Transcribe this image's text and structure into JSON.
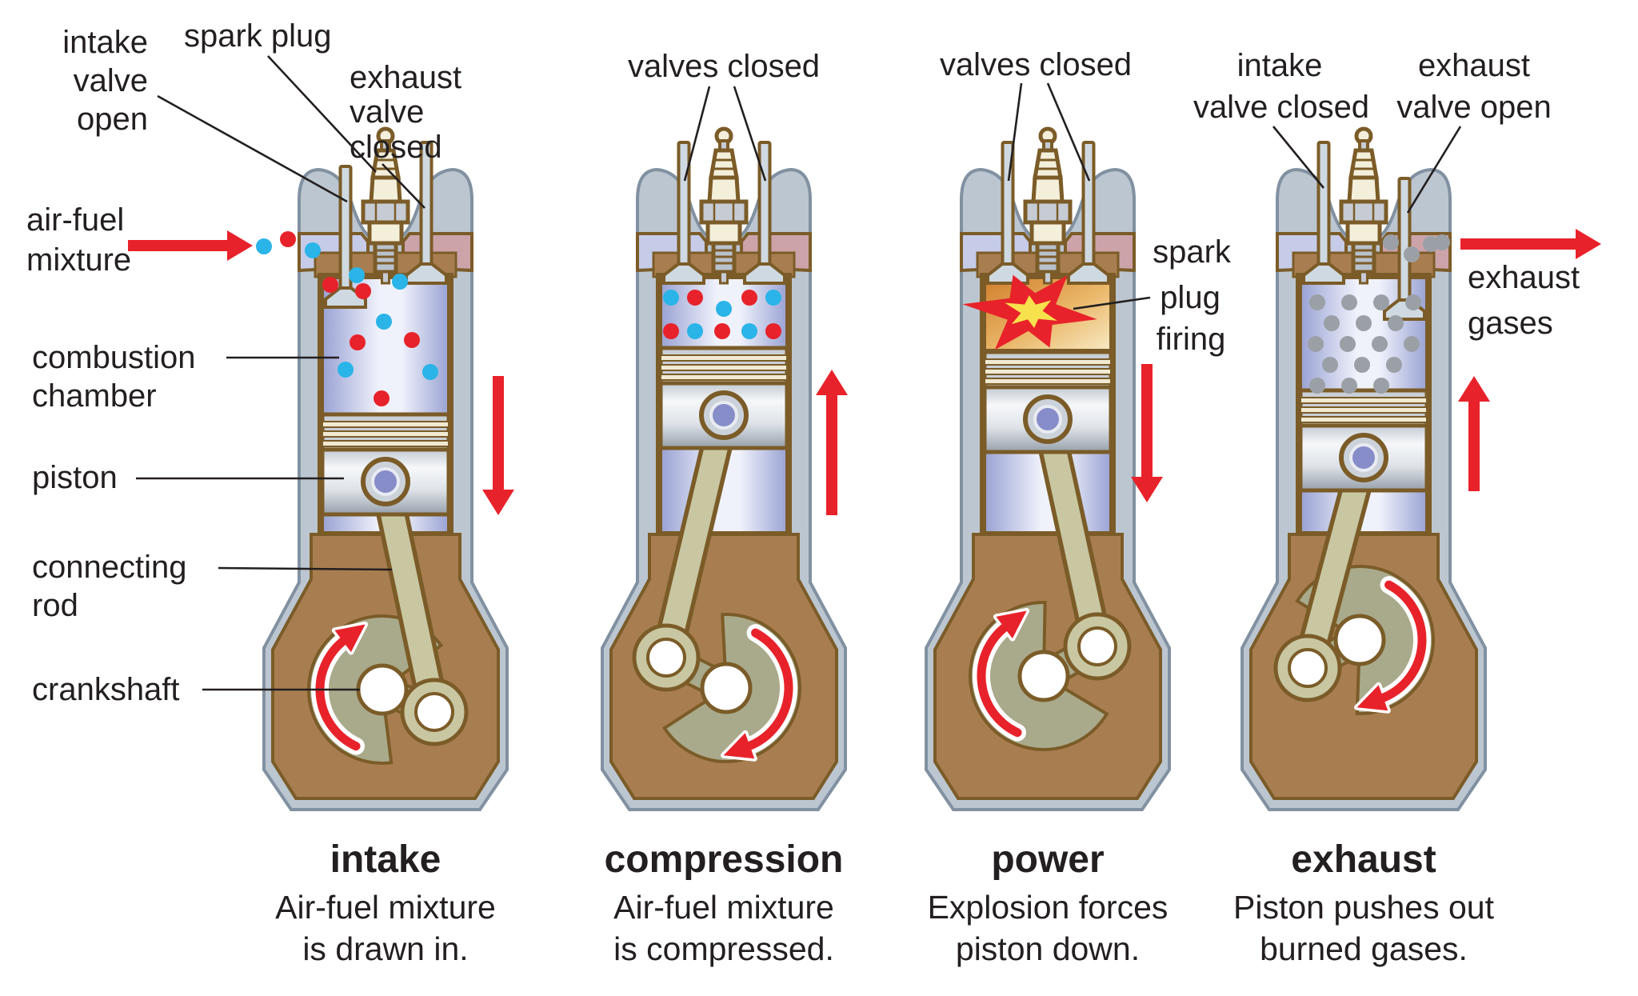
{
  "diagram": {
    "type": "four-stroke internal combustion engine cycle",
    "colors": {
      "text": "#231f20",
      "accent_red": "#e8222a",
      "mixture_blue_dot": "#2ab4e8",
      "mixture_red_dot": "#e8222a",
      "exhaust_gray_dot": "#9aa0a6",
      "casing_gray": "#bcc6d0",
      "casing_edge": "#8191a1",
      "outline_brown": "#7b5c28",
      "crankcase_brown": "#a87e50",
      "rod_olive": "#c9c7a2",
      "disc_olive": "#a9aa8b",
      "chamber_blue_edge": "#97a0d2",
      "chamber_blue_light": "#f0f2fb",
      "power_orange_dark": "#cf7c28",
      "power_orange_light": "#f8ecc8",
      "intake_port_lavender": "#c6cbe8",
      "exhaust_port_pink": "#cba3a9",
      "valve_steel": "#cfd9e1",
      "ceramic_cream": "#f4efdb",
      "metal_gray": "#c6cbd4",
      "spark_yellow": "#f7e14c"
    },
    "icons": {
      "spark_plug": "spark-plug-icon",
      "explosion": "star-burst-explosion-icon",
      "rotation": "curved-rotation-arrow-icon",
      "piston_motion": "straight-motion-arrow-icon",
      "gas_flow": "horizontal-flow-arrow-icon"
    },
    "part_labels": {
      "intake_valve_open": [
        "intake",
        "valve",
        "open"
      ],
      "spark_plug": "spark plug",
      "exhaust_valve_closed": [
        "exhaust",
        "valve",
        "closed"
      ],
      "air_fuel_mixture": [
        "air-fuel",
        "mixture"
      ],
      "combustion_chamber": [
        "combustion",
        "chamber"
      ],
      "piston": "piston",
      "connecting_rod": [
        "connecting",
        "rod"
      ],
      "crankshaft": "crankshaft",
      "valves_closed_compression": "valves closed",
      "valves_closed_power": "valves closed",
      "spark_plug_firing": [
        "spark",
        "plug",
        "firing"
      ],
      "intake_valve_closed": [
        "intake",
        "valve closed"
      ],
      "exhaust_valve_open": [
        "exhaust",
        "valve open"
      ],
      "exhaust_gases": [
        "exhaust",
        "gases"
      ]
    },
    "strokes": [
      {
        "id": "intake",
        "title": "intake",
        "caption": [
          "Air-fuel mixture",
          "is drawn in."
        ]
      },
      {
        "id": "compression",
        "title": "compression",
        "caption": [
          "Air-fuel mixture",
          "is compressed."
        ]
      },
      {
        "id": "power",
        "title": "power",
        "caption": [
          "Explosion forces",
          "piston down."
        ]
      },
      {
        "id": "exhaust",
        "title": "exhaust",
        "caption": [
          "Piston pushes out",
          "burned gases."
        ]
      }
    ]
  }
}
